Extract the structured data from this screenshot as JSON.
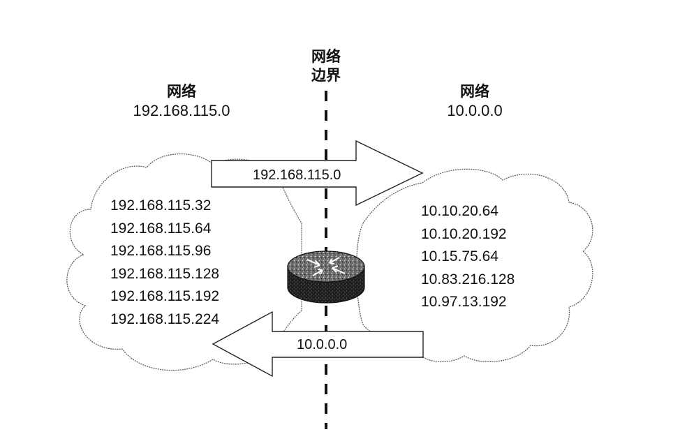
{
  "boundary": {
    "label_line1": "网络",
    "label_line2": "边界"
  },
  "left_network": {
    "title": "网络",
    "address": "192.168.115.0",
    "subnets": [
      "192.168.115.32",
      "192.168.115.64",
      "192.168.115.96",
      "192.168.115.128",
      "192.168.115.192",
      "192.168.115.224"
    ]
  },
  "right_network": {
    "title": "网络",
    "address": "10.0.0.0",
    "subnets": [
      "10.10.20.64",
      "10.10.20.192",
      "10.15.75.64",
      "10.83.216.128",
      "10.97.13.192"
    ]
  },
  "arrows": {
    "right_arrow_label": "192.168.115.0",
    "left_arrow_label": "10.0.0.0"
  },
  "icons": {
    "router": "router-icon"
  }
}
